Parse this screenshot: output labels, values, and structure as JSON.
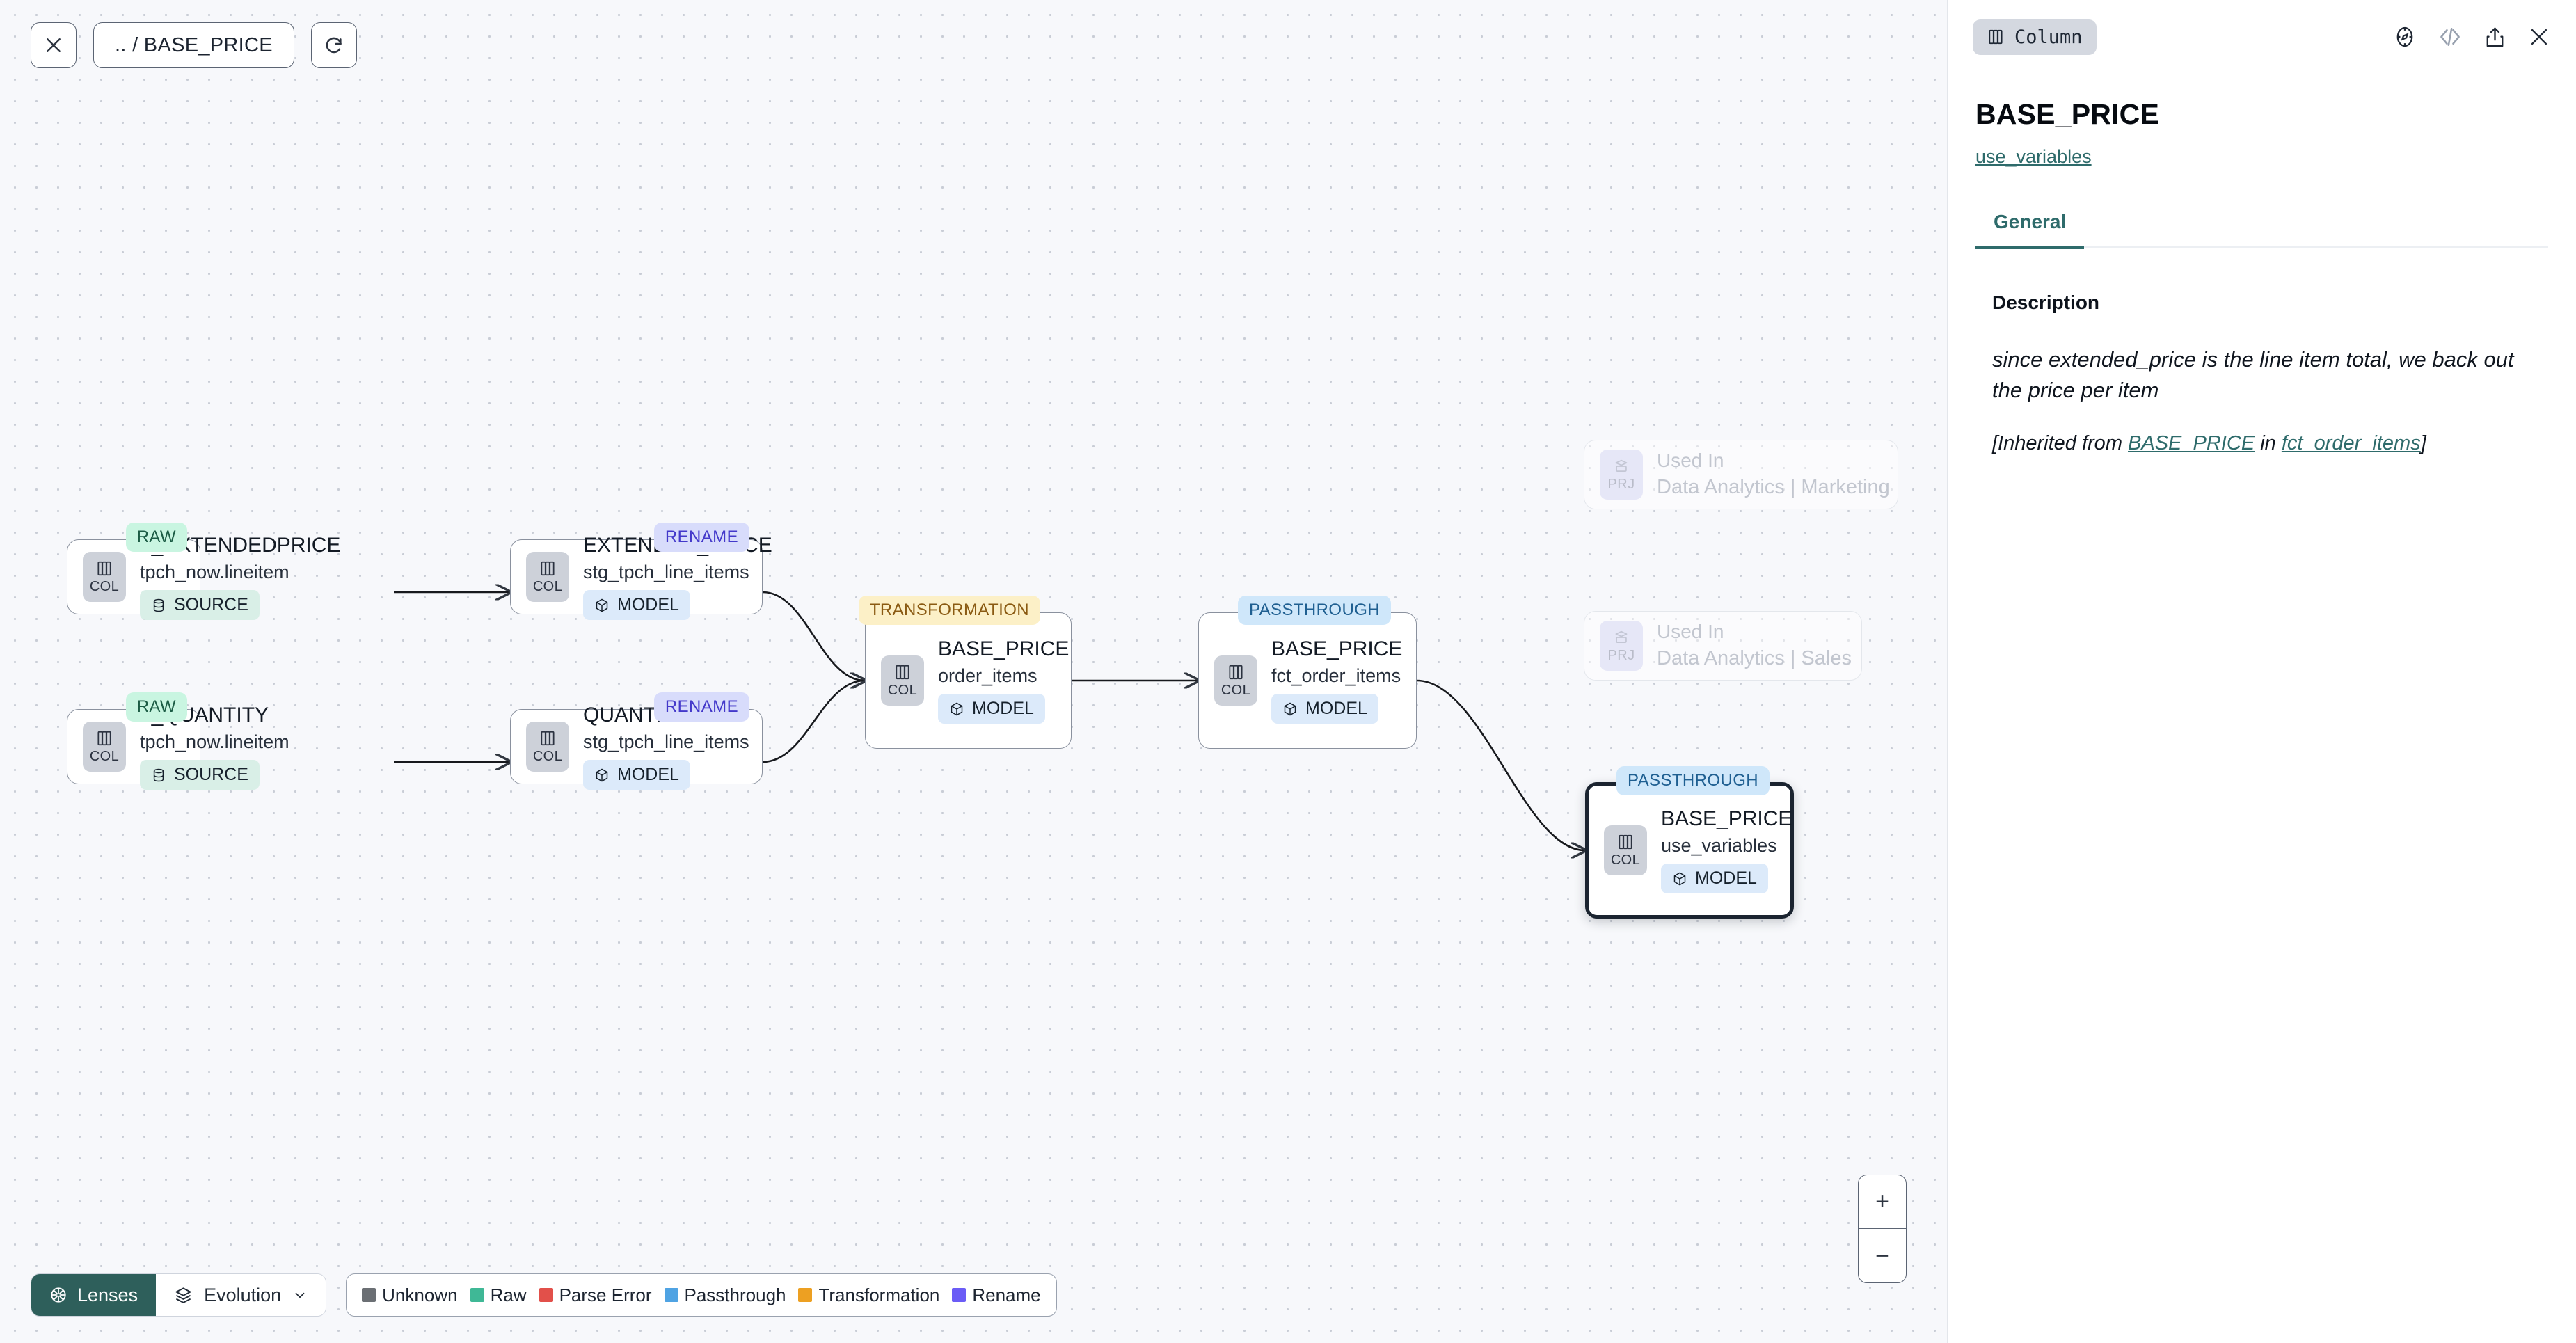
{
  "toolbar": {
    "close_icon": "close-icon",
    "breadcrumb": ".. / BASE_PRICE",
    "refresh_icon": "refresh-icon"
  },
  "zoom_controls": {
    "zoom_in": "+",
    "zoom_out": "−"
  },
  "bottom_bar": {
    "lenses_label": "Lenses",
    "lenses_icon": "aperture-icon",
    "evolution_label": "Evolution",
    "evolution_icon": "layers-icon",
    "chevron_icon": "chevron-down-icon",
    "legend": [
      {
        "label": "Unknown",
        "color": "#6b6f74"
      },
      {
        "label": "Raw",
        "color": "#3fb896"
      },
      {
        "label": "Parse Error",
        "color": "#e2504a"
      },
      {
        "label": "Passthrough",
        "color": "#4fa3e3"
      },
      {
        "label": "Transformation",
        "color": "#eda022"
      },
      {
        "label": "Rename",
        "color": "#6b5cf6"
      }
    ]
  },
  "graph": {
    "nodes": [
      {
        "id": "n1",
        "title": "L_EXTENDEDPRICE",
        "sub": "tpch_now.lineitem",
        "chip_label": "COL",
        "kind": "SOURCE",
        "kind_icon": "database-icon",
        "badge": "RAW"
      },
      {
        "id": "n2",
        "title": "L_QUANTITY",
        "sub": "tpch_now.lineitem",
        "chip_label": "COL",
        "kind": "SOURCE",
        "kind_icon": "database-icon",
        "badge": "RAW"
      },
      {
        "id": "n3",
        "title": "EXTENDED_PRICE",
        "sub": "stg_tpch_line_items",
        "chip_label": "COL",
        "kind": "MODEL",
        "kind_icon": "cube-icon",
        "badge": "RENAME"
      },
      {
        "id": "n4",
        "title": "QUANTITY",
        "sub": "stg_tpch_line_items",
        "chip_label": "COL",
        "kind": "MODEL",
        "kind_icon": "cube-icon",
        "badge": "RENAME"
      },
      {
        "id": "n5",
        "title": "BASE_PRICE",
        "sub": "order_items",
        "chip_label": "COL",
        "kind": "MODEL",
        "kind_icon": "cube-icon",
        "badge": "TRANSFORMATION"
      },
      {
        "id": "n6",
        "title": "BASE_PRICE",
        "sub": "fct_order_items",
        "chip_label": "COL",
        "kind": "MODEL",
        "kind_icon": "cube-icon",
        "badge": "PASSTHROUGH"
      },
      {
        "id": "n7",
        "title": "BASE_PRICE",
        "sub": "use_variables",
        "chip_label": "COL",
        "kind": "MODEL",
        "kind_icon": "cube-icon",
        "badge": "PASSTHROUGH",
        "selected": true
      }
    ],
    "used_in": [
      {
        "id": "u1",
        "chip_label": "PRJ",
        "title": "Used In",
        "sub": "Data Analytics | Marketing"
      },
      {
        "id": "u2",
        "chip_label": "PRJ",
        "title": "Used In",
        "sub": "Data Analytics | Sales"
      }
    ]
  },
  "panel": {
    "type_badge": "Column",
    "type_badge_icon": "column-icon",
    "actions": [
      {
        "name": "explore-icon"
      },
      {
        "name": "code-icon"
      },
      {
        "name": "share-icon"
      },
      {
        "name": "close-icon"
      }
    ],
    "title": "BASE_PRICE",
    "link": "use_variables",
    "tabs": [
      {
        "label": "General",
        "active": true
      }
    ],
    "description_label": "Description",
    "description_text": "since extended_price is the line item total, we back out the price per item",
    "inherited_prefix": "[Inherited from ",
    "inherited_link_1": "BASE_PRICE",
    "inherited_middle": " in ",
    "inherited_link_2": "fct_order_items",
    "inherited_suffix": "]"
  },
  "theme": {
    "accent": "#2e6b6b",
    "lenses_bg": "#2e5f5b",
    "canvas_bg": "#f7f8fb"
  }
}
